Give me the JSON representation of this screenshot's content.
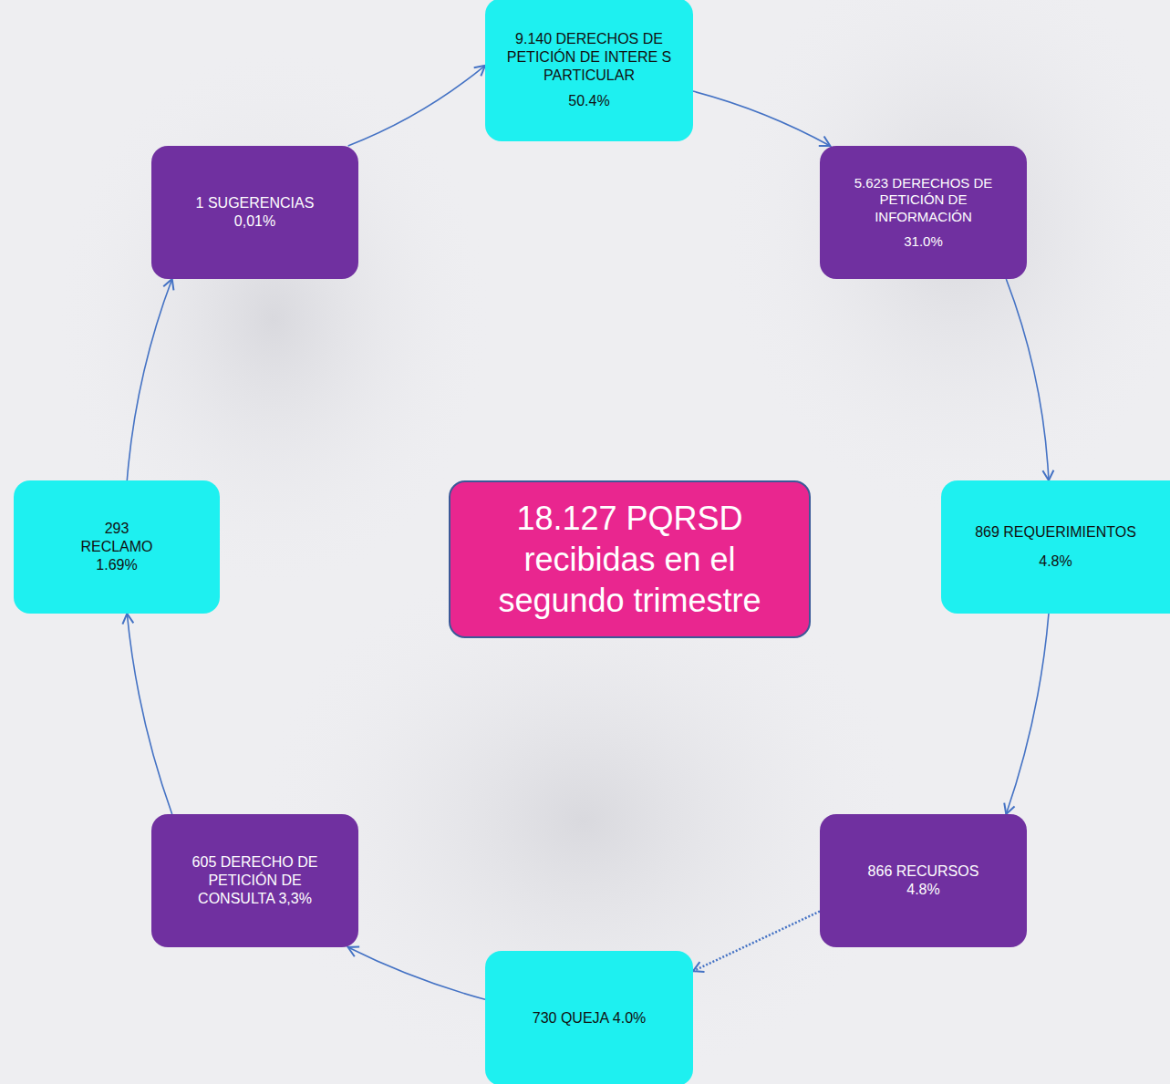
{
  "diagram": {
    "nodes": [
      {
        "text": [
          "9.140 DERECHOS DE PETICIÓN DE INTERE S PARTICULAR",
          "50.4%"
        ]
      },
      {
        "text": [
          "5.623 DERECHOS DE PETICIÓN DE INFORMACIÓN",
          "31.0%"
        ]
      },
      {
        "text": [
          "869 REQUERIMIENTOS",
          "4.8%"
        ]
      },
      {
        "text": [
          "866 RECURSOS 4.8%"
        ]
      },
      {
        "text": [
          "730 QUEJA 4.0%"
        ]
      },
      {
        "text": [
          "605 DERECHO DE PETICIÓN DE CONSULTA 3,3%"
        ]
      },
      {
        "text": [
          "293 RECLAMO 1.69%"
        ]
      },
      {
        "text": [
          "1 SUGERENCIAS 0,01%"
        ]
      },
      {
        "text": [
          "18.127 PQRSD recibidas en el segundo trimestre"
        ]
      }
    ],
    "edges": [
      {
        "from": 7,
        "to": 0,
        "arrow": "to"
      },
      {
        "from": 0,
        "to": 1,
        "arrow": "to"
      },
      {
        "from": 1,
        "to": 2,
        "arrow": "to"
      },
      {
        "from": 2,
        "to": 3,
        "arrow": "to"
      },
      {
        "from": 3,
        "to": 4,
        "arrow": "to"
      },
      {
        "from": 4,
        "to": 5,
        "arrow": "to"
      },
      {
        "from": 5,
        "to": 6,
        "arrow": "to"
      },
      {
        "from": 6,
        "to": 7,
        "arrow": "to"
      }
    ]
  }
}
